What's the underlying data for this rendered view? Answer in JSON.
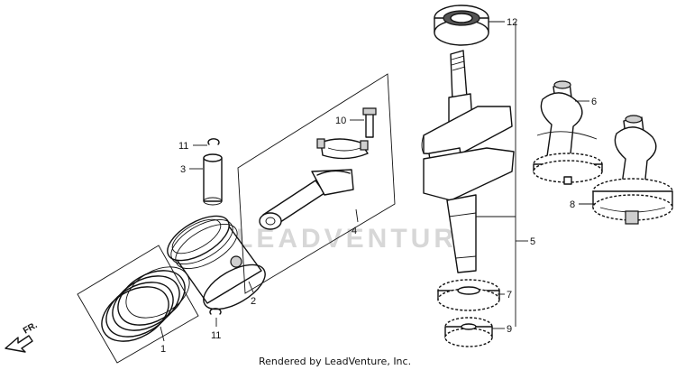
{
  "diagram": {
    "watermark": "LEADVENTURE",
    "footer": "Rendered by LeadVenture, Inc.",
    "direction_label": "FR."
  },
  "callouts": {
    "c1": "1",
    "c2": "2",
    "c3": "3",
    "c4": "4",
    "c5": "5",
    "c6": "6",
    "c7": "7",
    "c8": "8",
    "c9": "9",
    "c10": "10",
    "c11a": "11",
    "c11b": "11",
    "c12": "12"
  }
}
